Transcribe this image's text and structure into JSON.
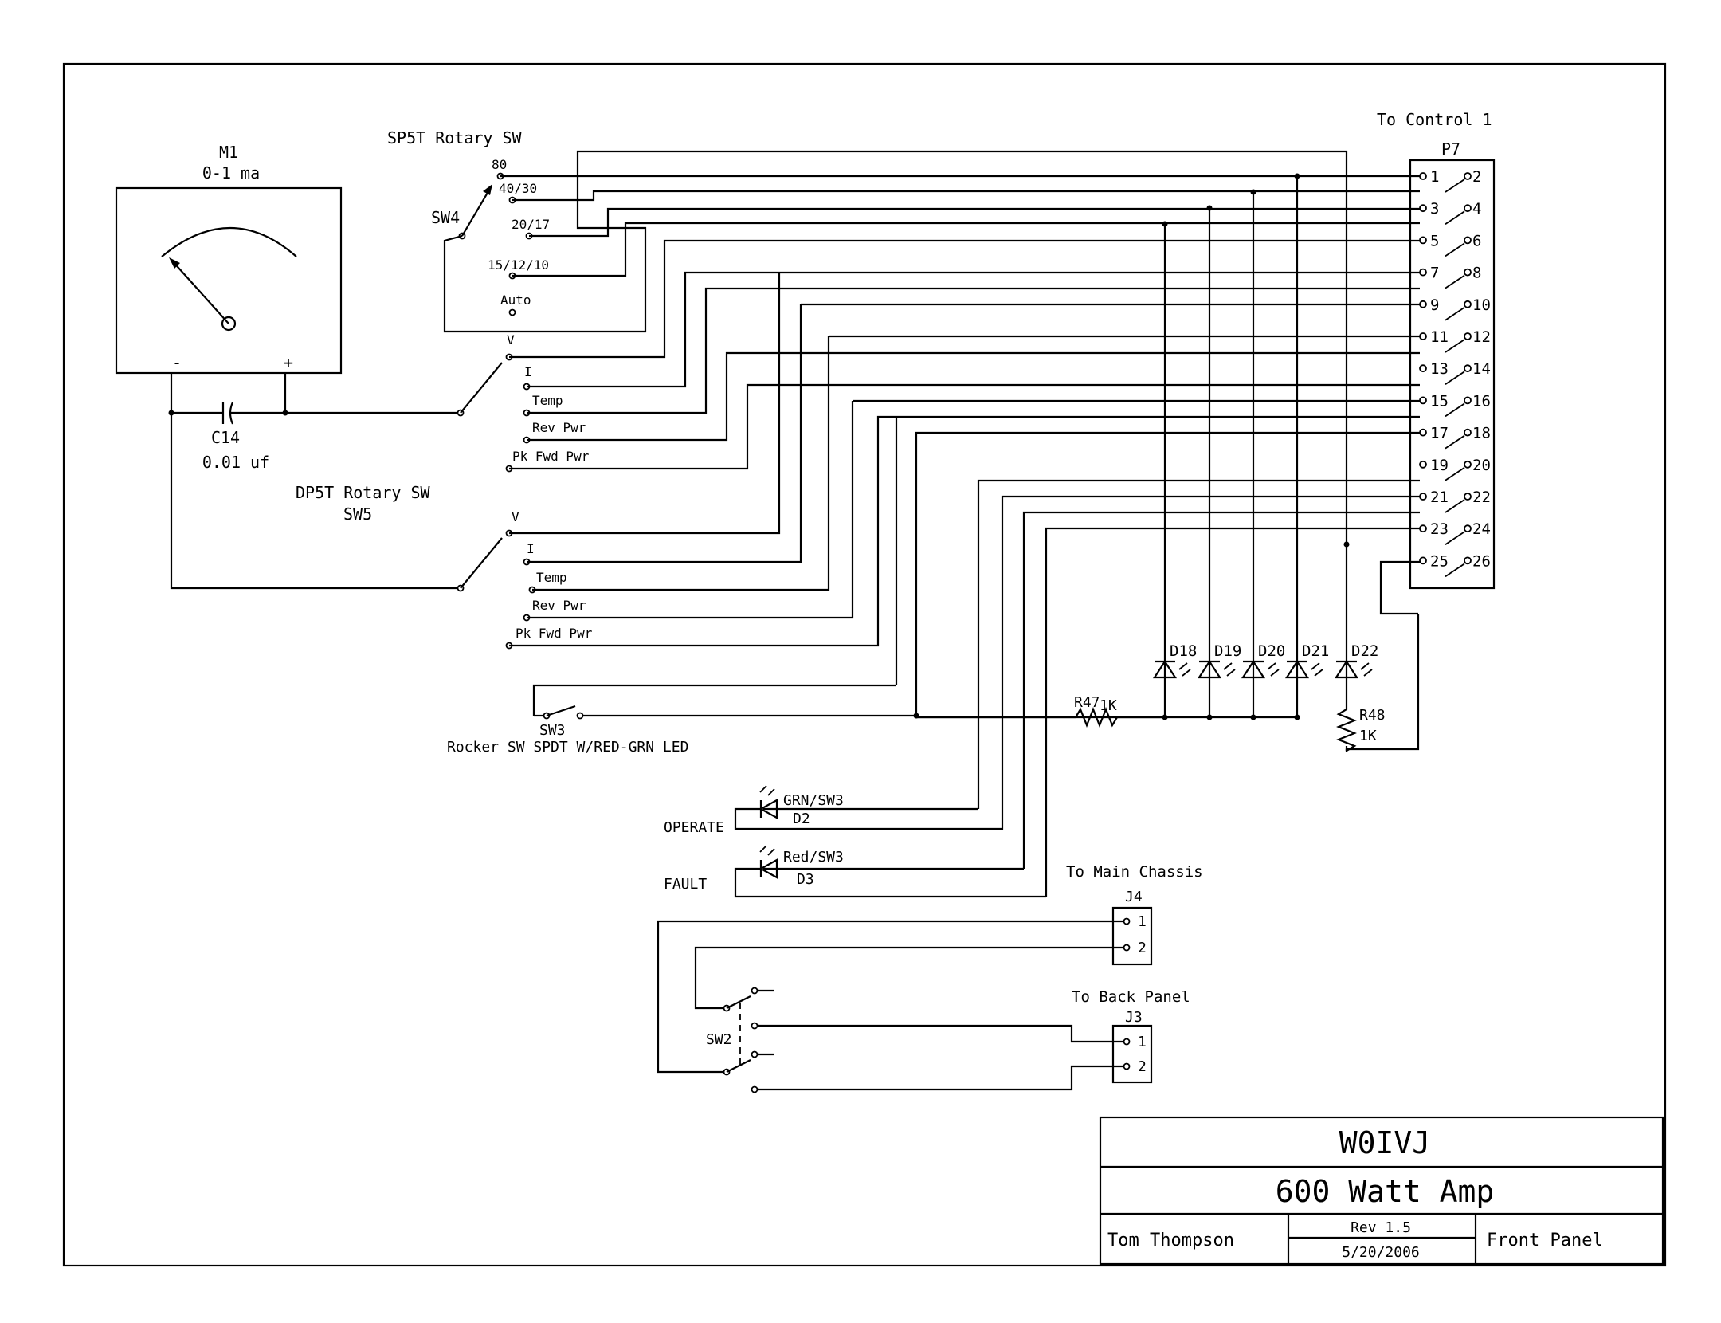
{
  "title_block": {
    "callsign": "W0IVJ",
    "title": "600 Watt Amp",
    "author": "Tom Thompson",
    "revision": "Rev 1.5",
    "date": "5/20/2006",
    "sheet_name": "Front Panel"
  },
  "meter": {
    "ref": "M1",
    "range": "0-1 ma",
    "minus": "-",
    "plus": "+"
  },
  "capacitor": {
    "ref": "C14",
    "value": "0.01 uf"
  },
  "sw4": {
    "title": "SP5T Rotary SW",
    "ref": "SW4",
    "positions": [
      "80",
      "40/30",
      "20/17",
      "15/12/10",
      "Auto"
    ]
  },
  "sw5": {
    "title": "DP5T Rotary SW",
    "ref": "SW5",
    "positions_a": [
      "V",
      "I",
      "Temp",
      "Rev Pwr",
      "Pk Fwd Pwr"
    ],
    "positions_b": [
      "V",
      "I",
      "Temp",
      "Rev Pwr",
      "Pk Fwd Pwr"
    ]
  },
  "connector_p7": {
    "caption": "To Control 1",
    "ref": "P7",
    "pins_left": [
      "1",
      "3",
      "5",
      "7",
      "9",
      "11",
      "13",
      "15",
      "17",
      "19",
      "21",
      "23",
      "25"
    ],
    "pins_right": [
      "2",
      "4",
      "6",
      "8",
      "10",
      "12",
      "14",
      "16",
      "18",
      "20",
      "22",
      "24",
      "26"
    ]
  },
  "leds": [
    "D18",
    "D19",
    "D20",
    "D21",
    "D22"
  ],
  "resistors": {
    "r47": "R47",
    "r47_value": "1K",
    "r48": "R48",
    "r48_value": "1K"
  },
  "sw3": {
    "ref": "SW3",
    "desc": "Rocker SW SPDT W/RED-GRN LED"
  },
  "indicators": {
    "operate_label": "OPERATE",
    "operate_led": "GRN/SW3",
    "operate_ref": "D2",
    "fault_label": "FAULT",
    "fault_led": "Red/SW3",
    "fault_ref": "D3"
  },
  "connector_j4": {
    "caption": "To Main Chassis",
    "ref": "J4",
    "pins": [
      "1",
      "2"
    ]
  },
  "connector_j3": {
    "caption": "To Back Panel",
    "ref": "J3",
    "pins": [
      "1",
      "2"
    ]
  },
  "sw2": {
    "ref": "SW2"
  }
}
